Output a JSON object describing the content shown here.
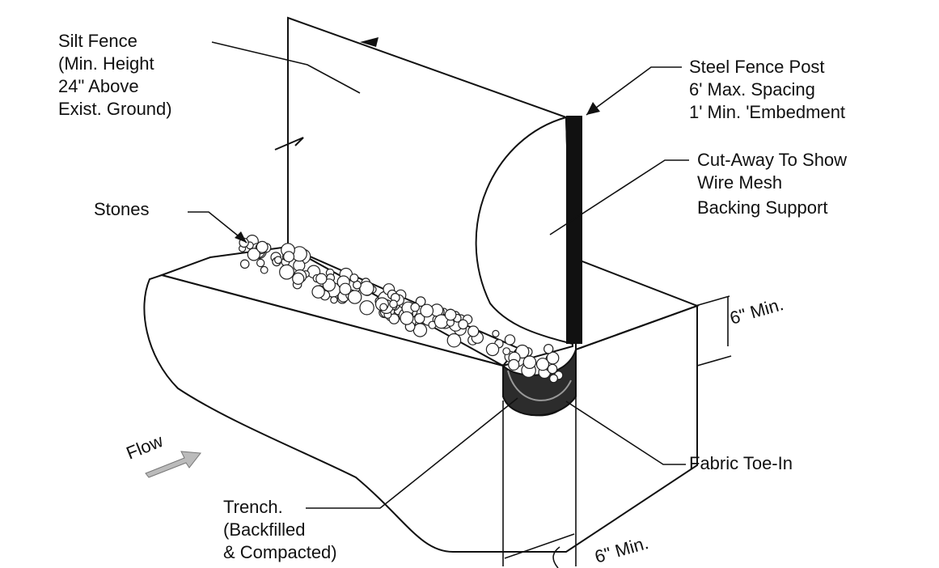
{
  "labels": {
    "silt_fence": [
      "Silt Fence",
      "(Min. Height",
      "24\" Above",
      "Exist. Ground)"
    ],
    "steel_post": [
      "Steel Fence Post",
      "6' Max. Spacing",
      "1' Min. 'Embedment"
    ],
    "cutaway": [
      "Cut-Away To Show",
      "Wire Mesh",
      "Backing Support"
    ],
    "stones": "Stones",
    "depth_dim": "6\" Min.",
    "flow": "Flow",
    "fabric_toe": "Fabric Toe-In",
    "trench": [
      "Trench.",
      "(Backfilled",
      "& Compacted)"
    ],
    "width_dim": "6\" Min."
  },
  "colors": {
    "line": "#111111",
    "paper": "#ffffff",
    "stipple": "#555555"
  }
}
